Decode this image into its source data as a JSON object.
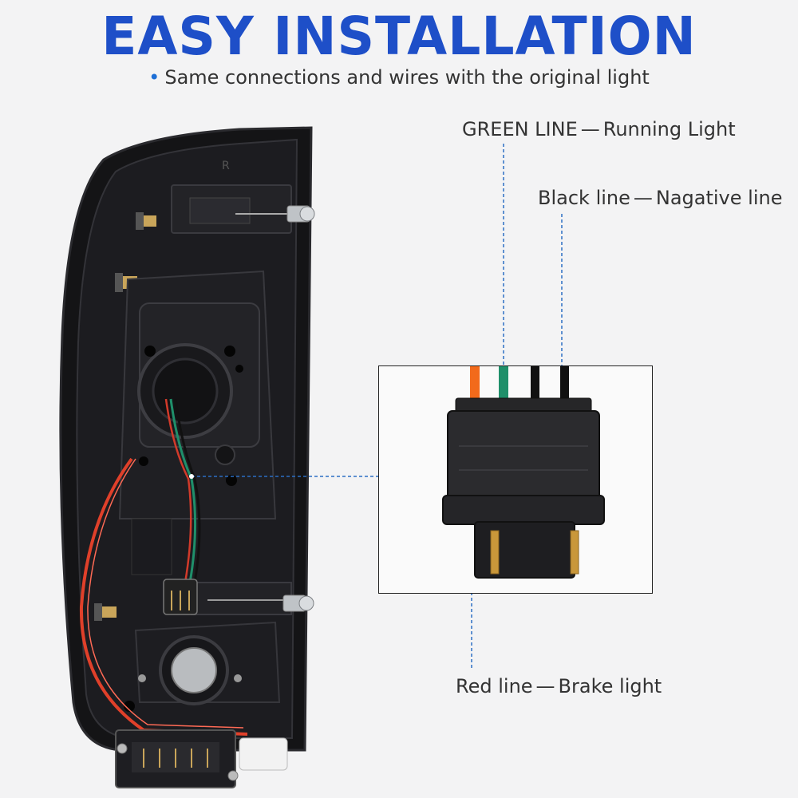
{
  "header": {
    "title": "EASY INSTALLATION",
    "subtitle_bullet": "•",
    "subtitle": "Same connections and wires with the original light"
  },
  "labels": {
    "green": {
      "name": "GREEN LINE",
      "dash": "—",
      "desc": "Running Light"
    },
    "black": {
      "name": "Black line",
      "dash": "—",
      "desc": "Nagative line"
    },
    "red": {
      "name": "Red line",
      "dash": "—",
      "desc": "Brake light"
    }
  },
  "colors": {
    "title": "#1e4fc8",
    "leader_line": "#2c6fc4",
    "wire_red": "#e0402a",
    "wire_green": "#1f8f6a",
    "wire_black": "#111111",
    "wire_orange": "#f26a1b"
  },
  "housing_mark": "R"
}
